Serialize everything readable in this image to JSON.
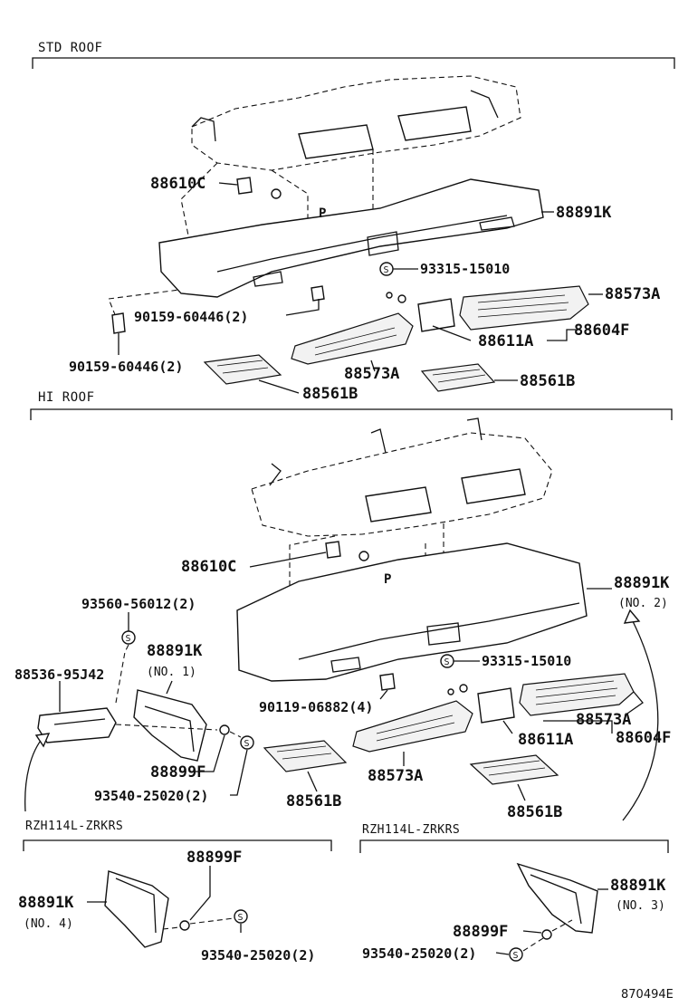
{
  "sections": {
    "std_roof": "STD ROOF",
    "hi_roof": "HI ROOF",
    "rzh_left": "RZH114L-ZRKRS",
    "rzh_right": "RZH114L-ZRKRS"
  },
  "std_parts": {
    "p88610c": "88610C",
    "p88891k": "88891K",
    "p93315": "93315-15010",
    "p88573a_r": "88573A",
    "p90159_a": "90159-60446(2)",
    "p88604f": "88604F",
    "p88611a": "88611A",
    "p90159_b": "90159-60446(2)",
    "p88573a_l": "88573A",
    "p88561b_r": "88561B",
    "p88561b_l": "88561B"
  },
  "hi_parts": {
    "p88610c": "88610C",
    "p88891k_r": "88891K",
    "p88891k_r_no": "(NO. 2)",
    "p93560": "93560-56012(2)",
    "p88891k_l": "88891K",
    "p88891k_l_no": "(NO. 1)",
    "p93315": "93315-15010",
    "p88536": "88536-95J42",
    "p90119": "90119-06882(4)",
    "p88573a_r": "88573A",
    "p88611a": "88611A",
    "p88604f": "88604F",
    "p88899f": "88899F",
    "p93540": "93540-25020(2)",
    "p88573a_l": "88573A",
    "p88561b_l": "88561B",
    "p88561b_r": "88561B"
  },
  "rzh_left_parts": {
    "p88899f": "88899F",
    "p88891k": "88891K",
    "p88891k_no": "(NO. 4)",
    "p93540": "93540-25020(2)"
  },
  "rzh_right_parts": {
    "p88891k": "88891K",
    "p88891k_no": "(NO. 3)",
    "p88899f": "88899F",
    "p93540": "93540-25020(2)"
  },
  "symbols": {
    "s": "S"
  },
  "figure_id": "870494E"
}
